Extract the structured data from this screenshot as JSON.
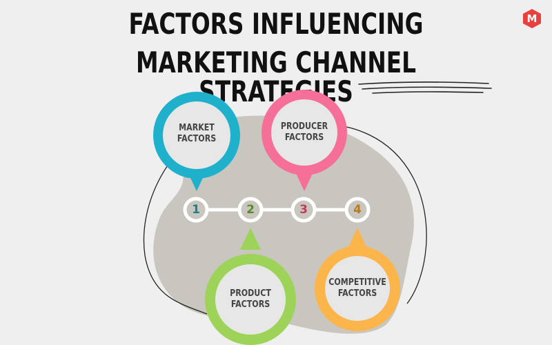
{
  "title": {
    "line1": "FACTORS INFLUENCING",
    "line2": "MARKETING CHANNEL STRATEGIES"
  },
  "logo": {
    "letter": "M",
    "color": "#e8413d"
  },
  "steps": [
    {
      "number": "1",
      "label_line1": "MARKET",
      "label_line2": "FACTORS",
      "color": "#1fb1cc",
      "number_color": "#1f7f8a"
    },
    {
      "number": "2",
      "label_line1": "PRODUCT",
      "label_line2": "FACTORS",
      "color": "#9ed35a",
      "number_color": "#5b8a2d"
    },
    {
      "number": "3",
      "label_line1": "PRODUCER",
      "label_line2": "FACTORS",
      "color": "#f56f99",
      "number_color": "#c33b5d"
    },
    {
      "number": "4",
      "label_line1": "COMPETITIVE",
      "label_line2": "FACTORS",
      "color": "#fbb54a",
      "number_color": "#b77a21"
    }
  ],
  "colors": {
    "background": "#efefef",
    "blob": "#c9c6bf",
    "connector": "#ffffff",
    "node_fill": "#c9c6bf"
  }
}
